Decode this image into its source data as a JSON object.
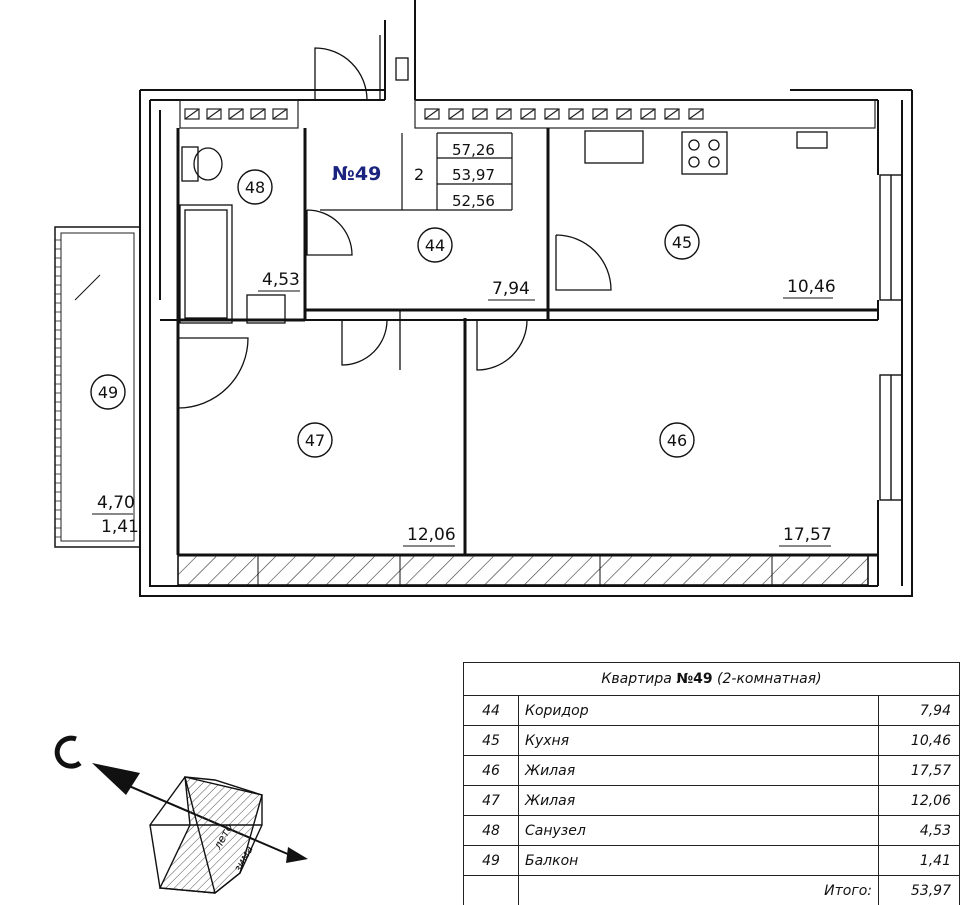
{
  "plan": {
    "apartment_label": "№49",
    "rooms_count": "2",
    "area_total": "57,26",
    "area_living": "53,97",
    "area_net": "52,56",
    "rooms": [
      {
        "id": "44",
        "area": "7,94"
      },
      {
        "id": "45",
        "area": "10,46"
      },
      {
        "id": "46",
        "area": "17,57"
      },
      {
        "id": "47",
        "area": "12,06"
      },
      {
        "id": "48",
        "area": "4,53"
      },
      {
        "id": "49",
        "area": "4,70",
        "area2": "1,41"
      }
    ]
  },
  "compass": {
    "summer_label": "лето",
    "winter_label": "зима"
  },
  "spec": {
    "title_prefix": "Квартира",
    "title_number": "№49",
    "title_suffix": "(2-комнатная)",
    "rows": [
      {
        "num": "44",
        "name": "Коридор",
        "value": "7,94"
      },
      {
        "num": "45",
        "name": "Кухня",
        "value": "10,46"
      },
      {
        "num": "46",
        "name": "Жилая",
        "value": "17,57"
      },
      {
        "num": "47",
        "name": "Жилая",
        "value": "12,06"
      },
      {
        "num": "48",
        "name": "Санузел",
        "value": "4,53"
      },
      {
        "num": "49",
        "name": "Балкон",
        "value": "1,41"
      }
    ],
    "total_label": "Итого:",
    "total_value": "53,97"
  }
}
